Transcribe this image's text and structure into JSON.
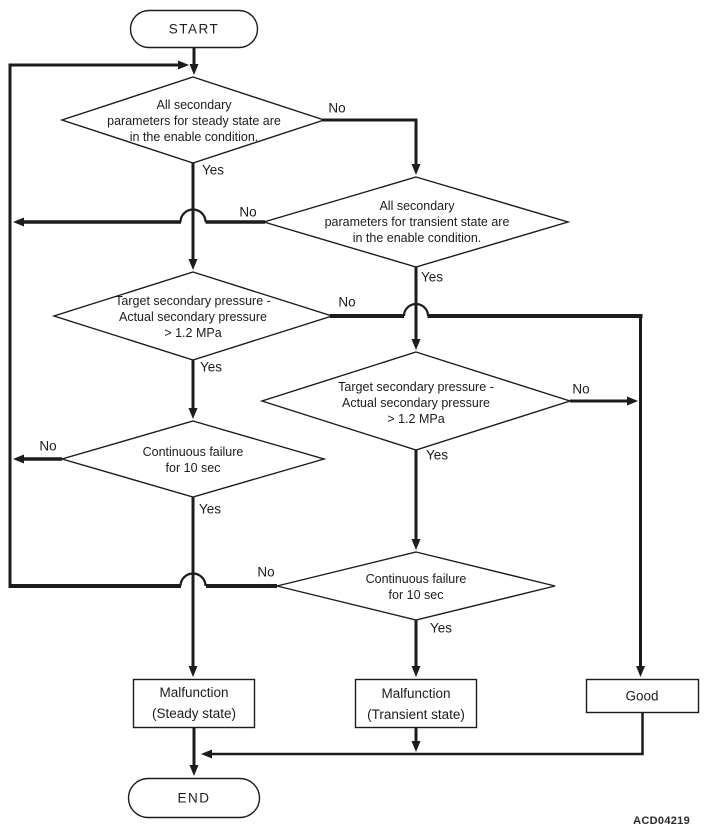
{
  "figure": {
    "code": "ACD04219"
  },
  "nodes": {
    "start": "START",
    "steady_enable": "All secondary\nparameters for steady state are\nin the enable condition.",
    "transient_enable": "All secondary\nparameters for transient state are\nin the enable condition.",
    "steady_pressure": "Target secondary pressure -\nActual secondary pressure\n> 1.2 MPa",
    "transient_pressure": "Target secondary pressure -\nActual secondary pressure\n> 1.2 MPa",
    "steady_failure": "Continuous failure\nfor 10 sec",
    "transient_failure": "Continuous failure\nfor 10 sec",
    "malfunction_steady": "Malfunction\n(Steady state)",
    "malfunction_transient": "Malfunction\n(Transient state)",
    "good": "Good",
    "end": "END"
  },
  "branch_labels": {
    "yes": "Yes",
    "no": "No"
  },
  "colors": {
    "line": "#1c1c1c",
    "background": "#ffffff"
  }
}
